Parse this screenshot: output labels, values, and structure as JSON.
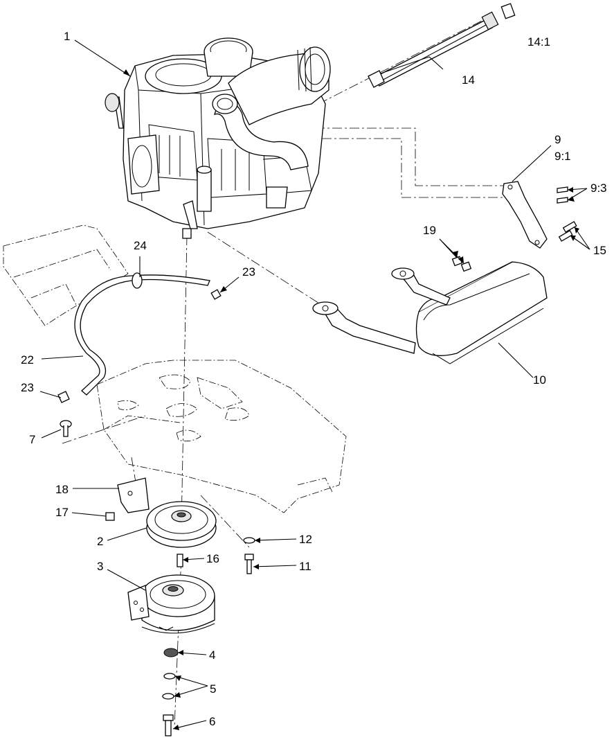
{
  "diagram": {
    "callouts": [
      {
        "id": "c1",
        "text": "1"
      },
      {
        "id": "c14-1",
        "text": "14:1"
      },
      {
        "id": "c14",
        "text": "14"
      },
      {
        "id": "c9",
        "text": "9"
      },
      {
        "id": "c9-1",
        "text": "9:1"
      },
      {
        "id": "c9-3",
        "text": "9:3"
      },
      {
        "id": "c19",
        "text": "19"
      },
      {
        "id": "c15",
        "text": "15"
      },
      {
        "id": "c24",
        "text": "24"
      },
      {
        "id": "c23a",
        "text": "23"
      },
      {
        "id": "c22",
        "text": "22"
      },
      {
        "id": "c23b",
        "text": "23"
      },
      {
        "id": "c7",
        "text": "7"
      },
      {
        "id": "c10",
        "text": "10"
      },
      {
        "id": "c18",
        "text": "18"
      },
      {
        "id": "c17",
        "text": "17"
      },
      {
        "id": "c2",
        "text": "2"
      },
      {
        "id": "c12",
        "text": "12"
      },
      {
        "id": "c16",
        "text": "16"
      },
      {
        "id": "c11",
        "text": "11"
      },
      {
        "id": "c3",
        "text": "3"
      },
      {
        "id": "c4",
        "text": "4"
      },
      {
        "id": "c5",
        "text": "5"
      },
      {
        "id": "c6",
        "text": "6"
      }
    ]
  }
}
